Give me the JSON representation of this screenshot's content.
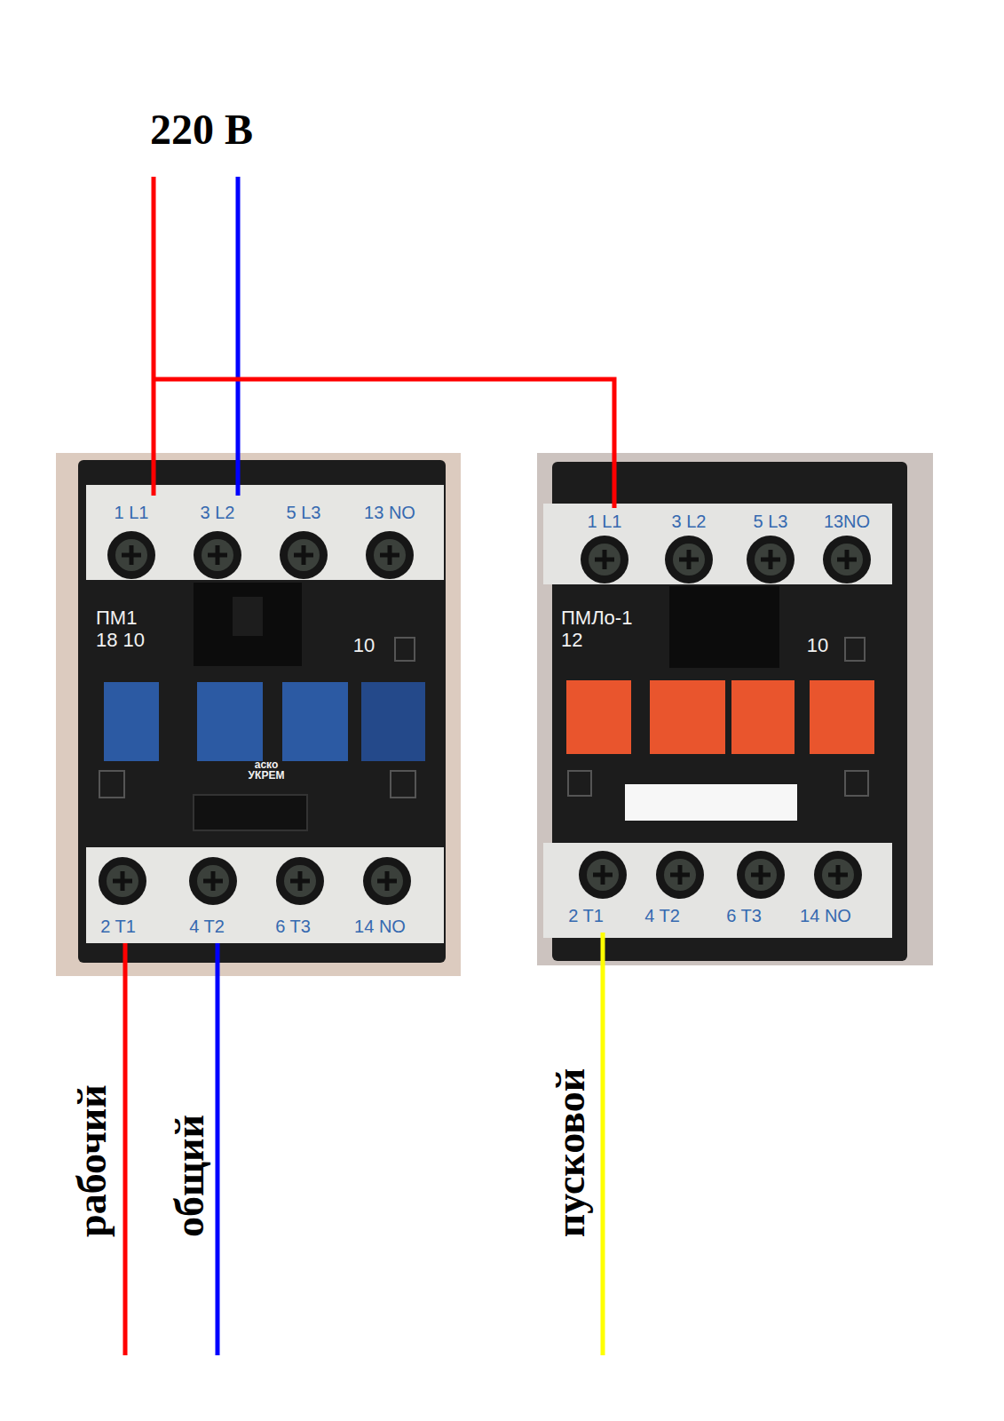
{
  "diagram": {
    "nodes": [
      {
        "text": [
          "1 L1",
          "3 L2",
          "5 L3",
          "13 NO",
          "ПМ1 18 10",
          "10",
          "аско УКРЕМ",
          "2 T1",
          "4 T2",
          "6 T3",
          "14 NO"
        ]
      },
      {
        "text": [
          "1 L1",
          "3 L2",
          "5 L3",
          "13NO",
          "ПМЛо-1 12",
          "10",
          "2 T1",
          "4 T2",
          "6 T3",
          "14 NO"
        ]
      }
    ],
    "labels": [
      "220 В",
      "рабочий",
      "общий",
      "пусковой"
    ]
  }
}
